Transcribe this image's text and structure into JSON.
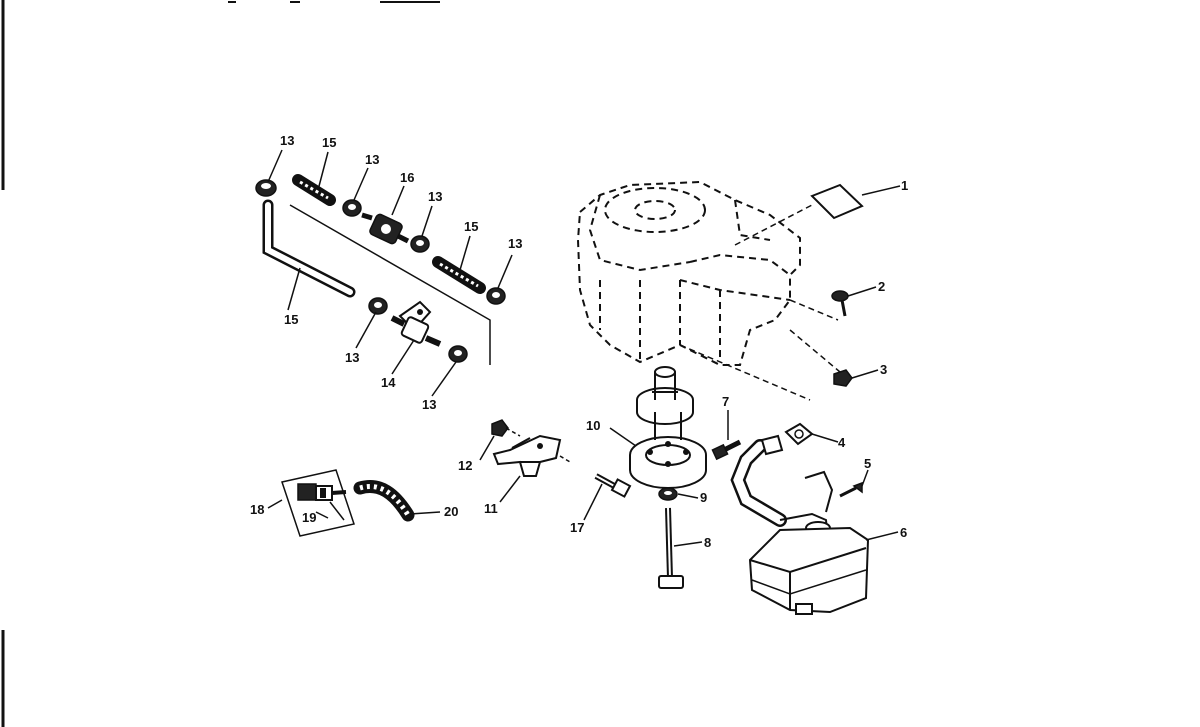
{
  "callouts": {
    "c1": "1",
    "c2": "2",
    "c3": "3",
    "c4": "4",
    "c5": "5",
    "c6": "6",
    "c7": "7",
    "c8": "8",
    "c9": "9",
    "c10": "10",
    "c11": "11",
    "c12": "12",
    "c13a": "13",
    "c13b": "13",
    "c13c": "13",
    "c13d": "13",
    "c13e": "13",
    "c13f": "13",
    "c14": "14",
    "c15a": "15",
    "c15b": "15",
    "c15c": "15",
    "c16": "16",
    "c17": "17",
    "c18": "18",
    "c19": "19",
    "c20": "20"
  }
}
